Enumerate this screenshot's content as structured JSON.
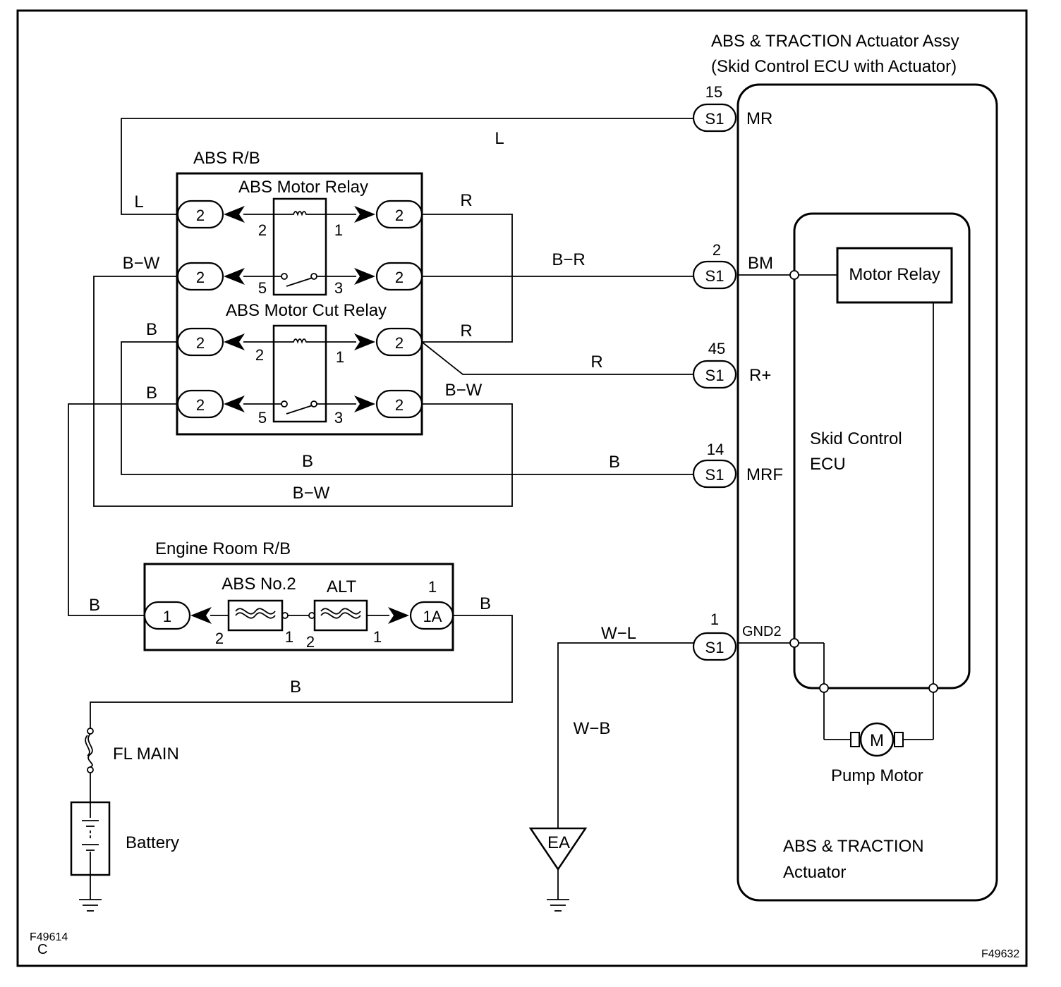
{
  "actuator_assy": {
    "title_line1": "ABS & TRACTION Actuator Assy",
    "title_line2": "(Skid Control ECU with Actuator)"
  },
  "ecu": {
    "pins": [
      {
        "number": "15",
        "connector": "S1",
        "name": "MR"
      },
      {
        "number": "2",
        "connector": "S1",
        "name": "BM"
      },
      {
        "number": "45",
        "connector": "S1",
        "name": "R+"
      },
      {
        "number": "14",
        "connector": "S1",
        "name": "MRF"
      },
      {
        "number": "1",
        "connector": "S1",
        "name": "GND2"
      }
    ],
    "inner_label_line1": "Skid Control",
    "inner_label_line2": "ECU",
    "motor_relay": "Motor Relay",
    "motor_symbol": "M",
    "pump_motor": "Pump Motor",
    "actuator_line1": "ABS & TRACTION",
    "actuator_line2": "Actuator"
  },
  "abs_rb": {
    "title": "ABS R/B",
    "motor_relay": "ABS Motor Relay",
    "motor_cut_relay": "ABS Motor Cut Relay",
    "connector": "2",
    "relay_pins": {
      "p2": "2",
      "p1": "1",
      "p5": "5",
      "p3": "3"
    }
  },
  "wire_colors": {
    "l_top": "L",
    "l_left": "L",
    "r_top": "R",
    "br": "B−R",
    "r_mid": "R",
    "r_r": "R",
    "bw_left": "B−W",
    "b_cut": "B",
    "b_lower": "B",
    "bw_right": "B−W",
    "b_mrf_left": "B",
    "b_mrf_right": "B",
    "bw_bottom": "B−W",
    "b_engine_left": "B",
    "b_engine_right": "B",
    "b_battery": "B",
    "wl": "W−L",
    "wb": "W−B"
  },
  "engine_rb": {
    "title": "Engine Room R/B",
    "connector_left": "1",
    "connector_right": "1A",
    "connector_right_pin": "1",
    "fuse_abs": "ABS No.2",
    "fuse_alt": "ALT",
    "pin_2a": "2",
    "pin_1a": "1",
    "pin_2b": "2",
    "pin_1b": "1"
  },
  "battery_side": {
    "fuse": "FL MAIN",
    "battery": "Battery"
  },
  "ground": {
    "label": "EA"
  },
  "codes": {
    "left_code": "F49614",
    "left_sub": "C",
    "right_code": "F49632"
  }
}
